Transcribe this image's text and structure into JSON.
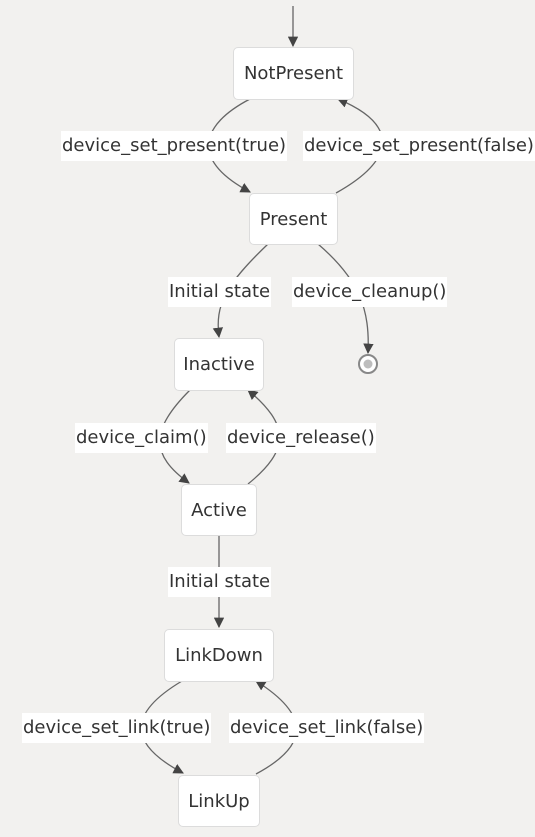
{
  "colors": {
    "background": "#f2f1ef",
    "node_fill": "#ffffff",
    "node_border": "#dcdcdc",
    "edge": "#666666",
    "text": "#333333"
  },
  "states": {
    "not_present": "NotPresent",
    "present": "Present",
    "inactive": "Inactive",
    "active": "Active",
    "link_down": "LinkDown",
    "link_up": "LinkUp"
  },
  "transitions": {
    "set_present_true": "device_set_present(true)",
    "set_present_false": "device_set_present(false)",
    "present_initial": "Initial state",
    "cleanup": "device_cleanup()",
    "claim": "device_claim()",
    "release": "device_release()",
    "active_initial": "Initial state",
    "set_link_true": "device_set_link(true)",
    "set_link_false": "device_set_link(false)"
  },
  "icons": {
    "start": "start-arrow",
    "end": "end-state-icon"
  }
}
